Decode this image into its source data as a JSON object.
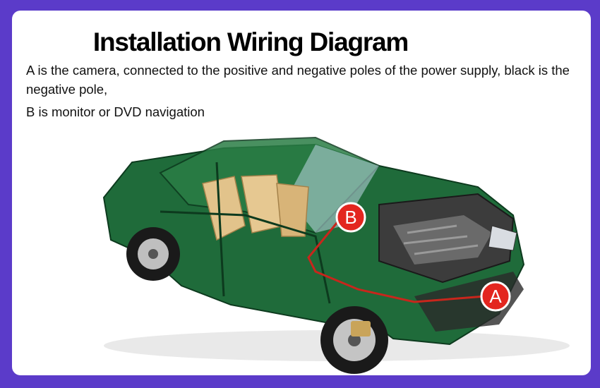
{
  "title": "Installation Wiring Diagram",
  "description": {
    "line1": "A is the camera, connected to the positive and negative poles of the power supply, black is the negative pole,",
    "line2": "B is monitor or DVD navigation"
  },
  "labels": {
    "a": "A",
    "b": "B"
  },
  "colors": {
    "background": "#5b3bc9",
    "car_body": "#1f6b3a",
    "marker": "#e3261f",
    "wire": "#c8261c"
  }
}
